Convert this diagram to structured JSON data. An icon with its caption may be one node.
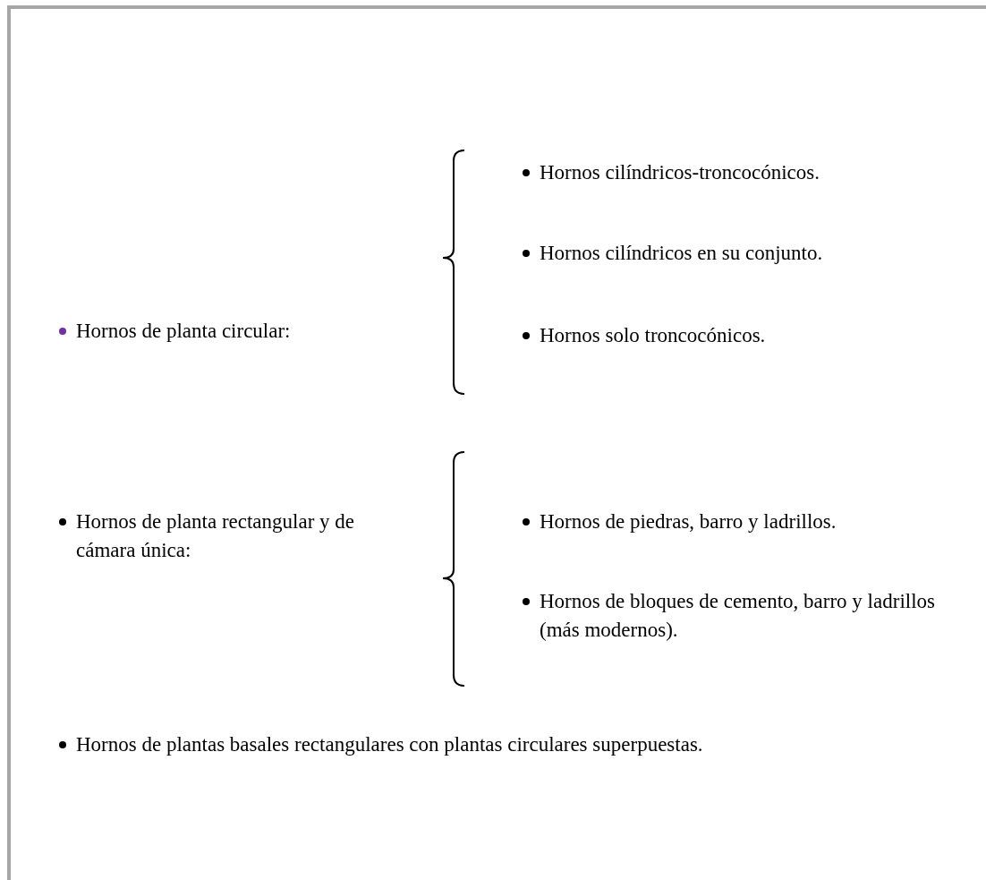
{
  "diagram": {
    "labels": [
      "Hornos de planta circular:",
      "Hornos cilíndricos-troncocónicos.",
      "Hornos cilíndricos en su conjunto.",
      "Hornos solo troncocónicos.",
      "Hornos de planta rectangular y de cámara única:",
      "Hornos de piedras, barro y ladrillos.",
      "Hornos de bloques de cemento, barro y ladrillos (más modernos).",
      "Hornos de plantas basales rectangulares con plantas circulares superpuestas."
    ]
  }
}
